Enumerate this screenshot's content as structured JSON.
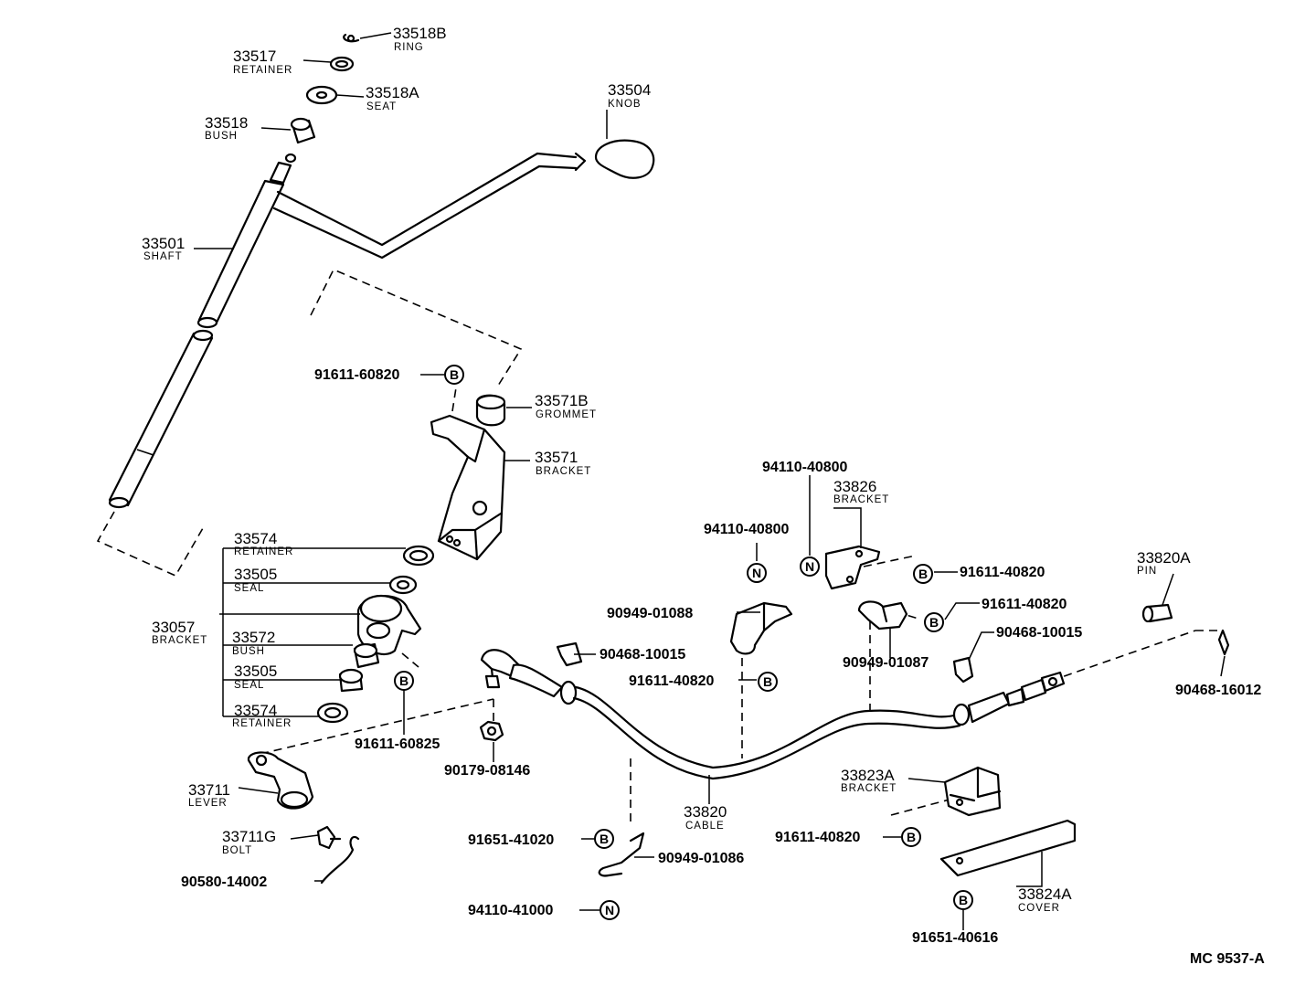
{
  "diagram_code": "MC 9537-A",
  "symbols": {
    "b": "B",
    "n": "N"
  },
  "parts": {
    "ring": {
      "number": "33518B",
      "name": "RING"
    },
    "retainer_top": {
      "number": "33517",
      "name": "RETAINER"
    },
    "seat": {
      "number": "33518A",
      "name": "SEAT"
    },
    "bush_top": {
      "number": "33518",
      "name": "BUSH"
    },
    "knob": {
      "number": "33504",
      "name": "KNOB"
    },
    "shaft": {
      "number": "33501",
      "name": "SHAFT"
    },
    "grommet": {
      "number": "33571B",
      "name": "GROMMET"
    },
    "bracket_33571": {
      "number": "33571",
      "name": "BRACKET"
    },
    "retainer_a": {
      "number": "33574",
      "name": "RETAINER"
    },
    "seal_a": {
      "number": "33505",
      "name": "SEAL"
    },
    "bracket_33057": {
      "number": "33057",
      "name": "BRACKET"
    },
    "bush_33572": {
      "number": "33572",
      "name": "BUSH"
    },
    "seal_b": {
      "number": "33505",
      "name": "SEAL"
    },
    "retainer_b": {
      "number": "33574",
      "name": "RETAINER"
    },
    "lever": {
      "number": "33711",
      "name": "LEVER"
    },
    "bolt": {
      "number": "33711G",
      "name": "BOLT"
    },
    "bracket_33826": {
      "number": "33826",
      "name": "BRACKET"
    },
    "pin": {
      "number": "33820A",
      "name": "PIN"
    },
    "cable": {
      "number": "33820",
      "name": "CABLE"
    },
    "bracket_33823A": {
      "number": "33823A",
      "name": "BRACKET"
    },
    "cover": {
      "number": "33824A",
      "name": "COVER"
    }
  },
  "refs": {
    "r91611_60820": "91611-60820",
    "r91611_60825": "91611-60825",
    "r90179_08146": "90179-08146",
    "r90580_14002": "90580-14002",
    "r90949_01088": "90949-01088",
    "r90468_10015_a": "90468-10015",
    "r91611_40820_a": "91611-40820",
    "r94110_40800_a": "94110-40800",
    "r94110_40800_b": "94110-40800",
    "r91611_40820_b": "91611-40820",
    "r91611_40820_c": "91611-40820",
    "r90468_10015_b": "90468-10015",
    "r90949_01087": "90949-01087",
    "r90468_16012": "90468-16012",
    "r91611_40820_d": "91611-40820",
    "r91651_41020": "91651-41020",
    "r90949_01086": "90949-01086",
    "r94110_41000": "94110-41000",
    "r91651_40616": "91651-40616"
  }
}
